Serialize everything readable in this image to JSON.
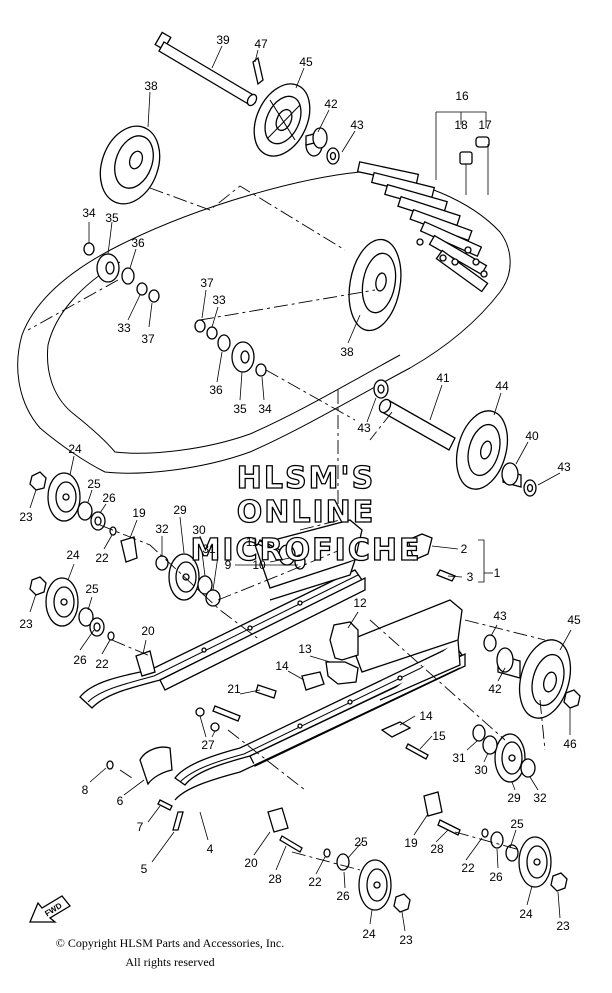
{
  "watermark": {
    "line1": "HLSM'S",
    "line2": "ONLINE",
    "line3": "MICROFICHE"
  },
  "copyright": {
    "line1": "© Copyright HLSM Parts and Accessories, Inc.",
    "line2": "All rights reserved"
  },
  "fwd_label": "FWD",
  "callouts": {
    "c39": "39",
    "c47": "47",
    "c45a": "45",
    "c38a": "38",
    "c16": "16",
    "c18": "18",
    "c17": "17",
    "c42a": "42",
    "c43a": "43",
    "c34a": "34",
    "c35a": "35",
    "c36a": "36",
    "c33a": "33",
    "c37a": "37",
    "c37b": "37",
    "c33b": "33",
    "c38b": "38",
    "c36b": "36",
    "c35b": "35",
    "c34b": "34",
    "c41": "41",
    "c44": "44",
    "c43b": "43",
    "c40": "40",
    "c43c": "43",
    "c24a": "24",
    "c25a": "25",
    "c26a": "26",
    "c23a": "23",
    "c19a": "19",
    "c32a": "32",
    "c29a": "29",
    "c30a": "30",
    "c31a": "31",
    "c11": "11",
    "c10": "10",
    "c9": "9",
    "c22a": "22",
    "c2": "2",
    "c1": "1",
    "c3": "3",
    "c24b": "24",
    "c25b": "25",
    "c26b": "26",
    "c23b": "23",
    "c22b": "22",
    "c20a": "20",
    "c12": "12",
    "c13": "13",
    "c14a": "14",
    "c43d": "43",
    "c45b": "45",
    "c42b": "42",
    "c46": "46",
    "c21": "21",
    "c27": "27",
    "c14b": "14",
    "c15": "15",
    "c31b": "31",
    "c30b": "30",
    "c29b": "29",
    "c32b": "32",
    "c8": "8",
    "c6": "6",
    "c7": "7",
    "c4": "4",
    "c5": "5",
    "c19b": "19",
    "c28a": "28",
    "c22c": "22",
    "c25c": "25",
    "c26c": "26",
    "c24c": "24",
    "c23c": "23",
    "c20b": "20",
    "c28b": "28",
    "c22d": "22",
    "c25d": "25",
    "c26d": "26",
    "c24d": "24",
    "c23d": "23"
  }
}
